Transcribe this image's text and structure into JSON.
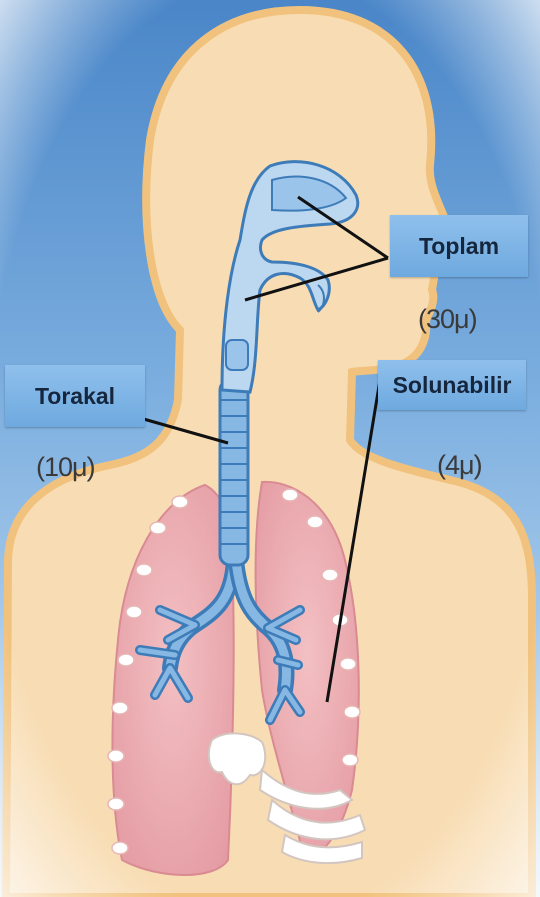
{
  "labels": {
    "total": {
      "name": "Toplam",
      "size": "(30μ)"
    },
    "thoracic": {
      "name": "Torakal",
      "size": "(10μ)"
    },
    "respirable": {
      "name": "Solunabilir",
      "size": "(4μ)"
    }
  },
  "colors": {
    "sky_top": "#4a86c8",
    "sky_bottom": "#d7e8f6",
    "skin": "#f8ddb4",
    "skin_outline": "#f1c27d",
    "lung": "#eaa8ad",
    "airway": "#86b8e3",
    "airway_outline": "#3d7cb8",
    "label_box": "#7db4e6"
  }
}
